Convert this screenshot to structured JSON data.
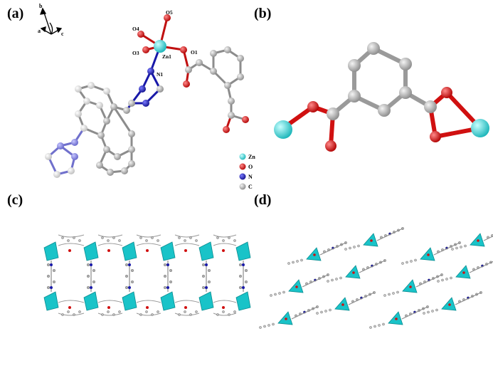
{
  "panels": [
    {
      "id": "a",
      "label": "(a)"
    },
    {
      "id": "b",
      "label": "(b)"
    },
    {
      "id": "c",
      "label": "(c)"
    },
    {
      "id": "d",
      "label": "(d)"
    }
  ],
  "axes": {
    "b": "b",
    "a": "a",
    "c": "c"
  },
  "atom_labels": {
    "o5": "O5",
    "o4": "O4",
    "o3": "O3",
    "zn1": "Zn1",
    "o1": "O1",
    "n1": "N1"
  },
  "legend": [
    {
      "symbol": "Zn",
      "color": "#2fd4d8"
    },
    {
      "symbol": "O",
      "color": "#d41414"
    },
    {
      "symbol": "N",
      "color": "#1616b8"
    },
    {
      "symbol": "C",
      "color": "#9a9a9a"
    }
  ],
  "colors": {
    "zn": "#2fd4d8",
    "o": "#d41414",
    "n": "#1616b8",
    "c": "#9a9a9a",
    "c_light": "#c8c8c8",
    "n_light": "#6f6fd6",
    "polyhedron": "#17c7cc"
  }
}
